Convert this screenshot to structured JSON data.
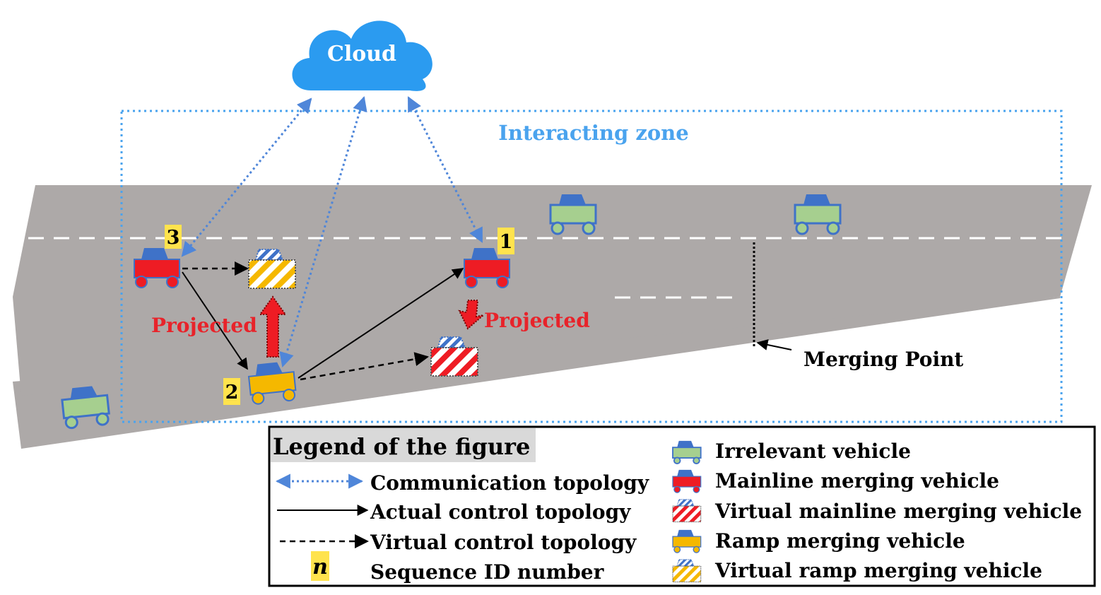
{
  "cloud": {
    "label": "Cloud",
    "color": "#2b9bf0"
  },
  "zone": {
    "label": "Interacting zone",
    "color": "#4aa3ee"
  },
  "road": {
    "color": "#ada9a8",
    "marking_color": "#ffffff"
  },
  "merging_point": {
    "label": "Merging Point"
  },
  "projection": {
    "left_label": "Projected",
    "right_label": "Projected",
    "color": "#e8232a"
  },
  "vehicles": {
    "mainline_1": {
      "seq": "1"
    },
    "ramp_2": {
      "seq": "2"
    },
    "mainline_3": {
      "seq": "3"
    }
  },
  "colors": {
    "cab": "#3f72c8",
    "irrelevant": "#a6cf8f",
    "mainline": "#ee1c24",
    "ramp": "#f5b800",
    "seq_badge": "#ffe34d",
    "comm": "#4f86d9"
  },
  "legend": {
    "title": "Legend of the figure",
    "left_items": [
      {
        "label": "Communication topology"
      },
      {
        "label": "Actual control topology"
      },
      {
        "label": "Virtual control topology"
      },
      {
        "symbol": "n",
        "label": "Sequence ID number"
      }
    ],
    "right_items": [
      {
        "label": "Irrelevant vehicle"
      },
      {
        "label": "Mainline merging vehicle"
      },
      {
        "label": "Virtual mainline merging vehicle"
      },
      {
        "label": "Ramp merging vehicle"
      },
      {
        "label": "Virtual ramp merging vehicle"
      }
    ]
  }
}
